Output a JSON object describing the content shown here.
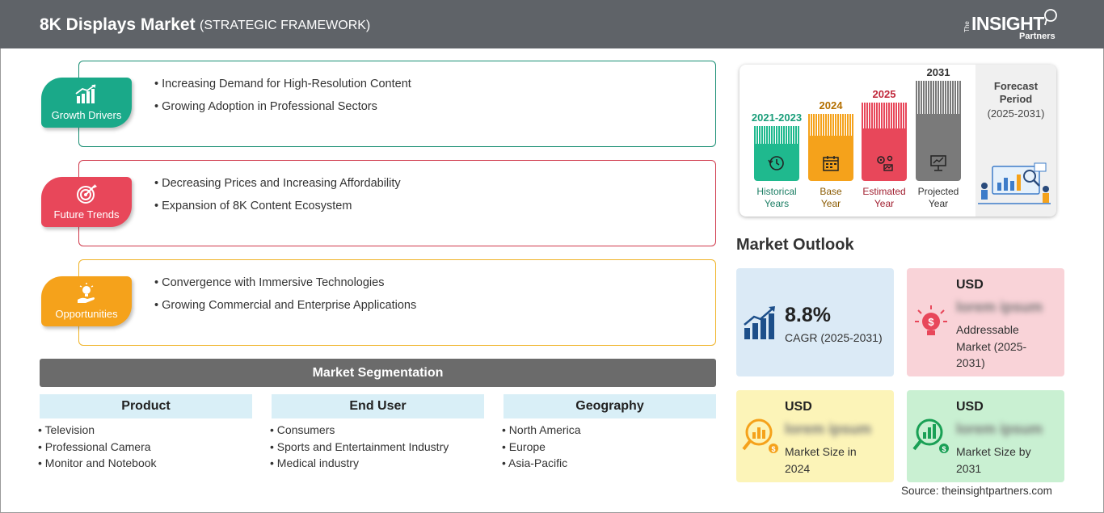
{
  "header": {
    "title": "8K Displays Market",
    "subtitle": "(STRATEGIC FRAMEWORK)",
    "logo_the": "The",
    "logo_insight": "INSIGHT",
    "logo_partners": "Partners"
  },
  "categories": [
    {
      "label": "Growth Drivers",
      "icon": "growth-chart-icon",
      "color": "#1aa989",
      "border": "#1a8f74",
      "bullets": [
        "• Increasing Demand for High-Resolution Content",
        "• Growing Adoption in Professional Sectors"
      ]
    },
    {
      "label": "Future Trends",
      "icon": "target-icon",
      "color": "#e8475a",
      "border": "#d03a4c",
      "bullets": [
        "• Decreasing Prices and Increasing Affordability",
        "• Expansion of 8K Content Ecosystem"
      ]
    },
    {
      "label": "Opportunities",
      "icon": "lightbulb-hand-icon",
      "color": "#f5a21b",
      "border": "#f0b429",
      "bullets": [
        "• Convergence with Immersive Technologies",
        "• Growing Commercial and Enterprise Applications"
      ]
    }
  ],
  "segmentation": {
    "title": "Market Segmentation",
    "columns": [
      {
        "header": "Product",
        "items": [
          "• Television",
          "• Professional Camera",
          "• Monitor and Notebook"
        ]
      },
      {
        "header": "End User",
        "items": [
          "• Consumers",
          "• Sports and Entertainment Industry",
          "• Medical industry"
        ]
      },
      {
        "header": "Geography",
        "items": [
          "• North America",
          "• Europe",
          "• Asia-Pacific"
        ]
      }
    ]
  },
  "timeline": {
    "bars": [
      {
        "year": "2021-2023",
        "label1": "Historical",
        "label2": "Years",
        "color": "#1fb98e",
        "year_color": "#1a9e7a",
        "level": 0.55,
        "icon": "history-clock-icon"
      },
      {
        "year": "2024",
        "label1": "Base",
        "label2": "Year",
        "color": "#f5a21b",
        "year_color": "#b36f00",
        "level": 0.67,
        "icon": "calendar-icon"
      },
      {
        "year": "2025",
        "label1": "Estimated",
        "label2": "Year",
        "color": "#e8475a",
        "year_color": "#c0273a",
        "level": 0.78,
        "icon": "gears-chart-icon"
      },
      {
        "year": "2031",
        "label1": "Projected",
        "label2": "Year",
        "color": "#7a7a7a",
        "year_color": "#333333",
        "level": 1.0,
        "icon": "presentation-icon"
      }
    ],
    "forecast_label": "Forecast Period",
    "forecast_range": "(2025-2031)"
  },
  "outlook": {
    "title": "Market Outlook",
    "cagr_value": "8.8%",
    "cagr_label": "CAGR (2025-2031)",
    "addressable_usd": "USD",
    "addressable_value": "lorem ipsum",
    "addressable_desc": [
      "Addressable",
      "Market (2025-",
      "2031)"
    ],
    "size2024_usd": "USD",
    "size2024_value": "lorem ipsum",
    "size2024_desc": [
      "Market Size in",
      "2024"
    ],
    "size2031_usd": "USD",
    "size2031_value": "lorem ipsum",
    "size2031_desc": [
      "Market Size by",
      "2031"
    ]
  },
  "source": "Source: theinsightpartners.com"
}
